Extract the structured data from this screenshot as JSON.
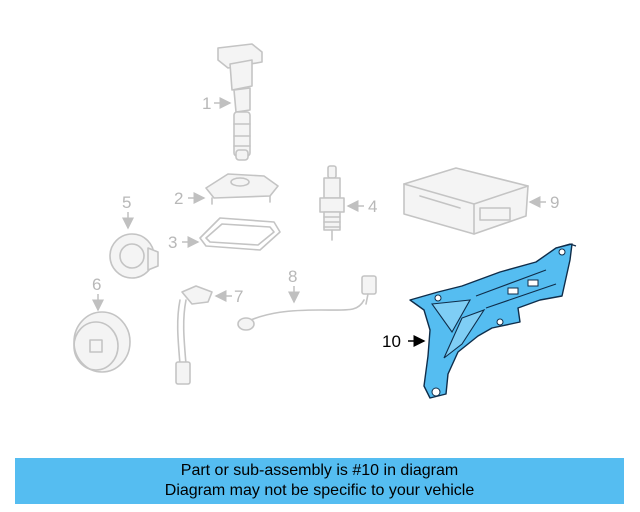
{
  "callouts": {
    "c1": "1",
    "c2": "2",
    "c3": "3",
    "c4": "4",
    "c5": "5",
    "c6": "6",
    "c7": "7",
    "c8": "8",
    "c9": "9",
    "c10": "10"
  },
  "highlight_part": "10",
  "highlight_color": "#55bdf1",
  "banner": {
    "line1": "Part or sub-assembly is #10 in diagram",
    "line2": "Diagram may not be specific to your vehicle",
    "background": "#55bdf1"
  }
}
